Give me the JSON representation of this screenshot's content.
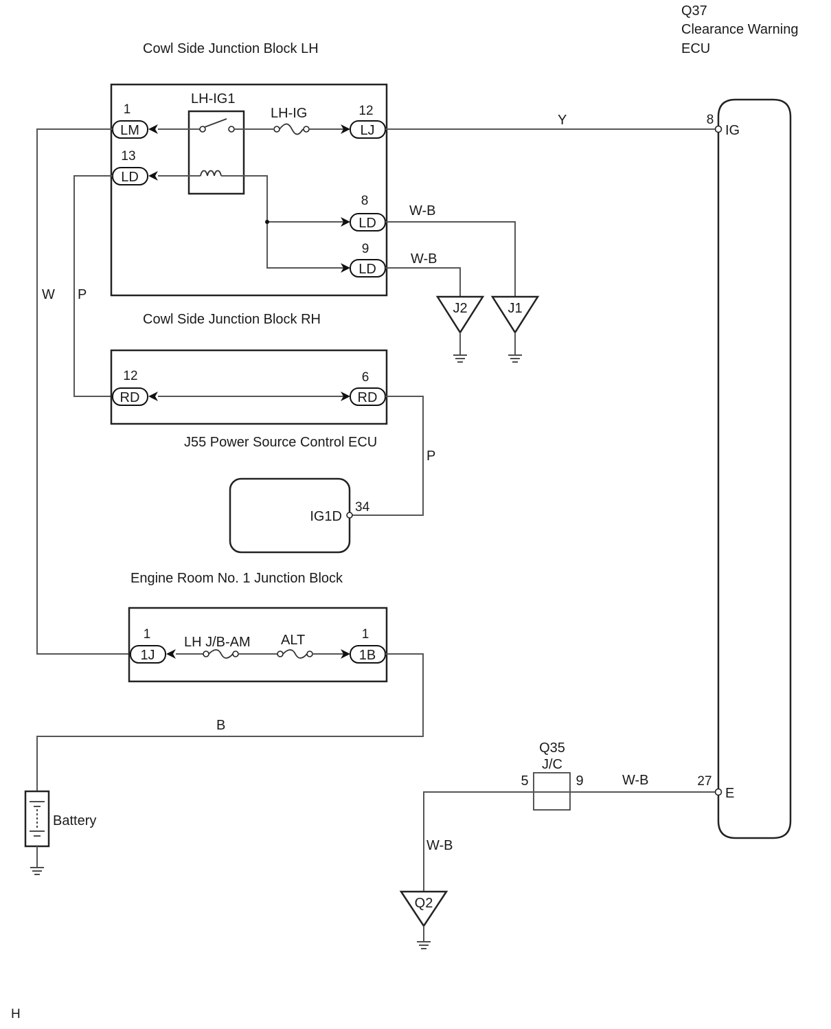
{
  "page_marker": "H",
  "components": {
    "ecu_q37": {
      "id": "Q37",
      "name_line1": "Clearance Warning",
      "name_line2": "ECU",
      "terminals": [
        {
          "pin": "8",
          "name": "IG"
        },
        {
          "pin": "27",
          "name": "E"
        }
      ]
    },
    "cowl_lh": {
      "title": "Cowl Side Junction Block LH",
      "relay": "LH-IG1",
      "fuse": "LH-IG",
      "connectors": [
        {
          "pin": "1",
          "code": "LM"
        },
        {
          "pin": "13",
          "code": "LD"
        },
        {
          "pin": "12",
          "code": "LJ"
        },
        {
          "pin": "8",
          "code": "LD"
        },
        {
          "pin": "9",
          "code": "LD"
        }
      ]
    },
    "cowl_rh": {
      "title": "Cowl Side Junction Block RH",
      "connectors": [
        {
          "pin": "12",
          "code": "RD"
        },
        {
          "pin": "6",
          "code": "RD"
        }
      ]
    },
    "j55": {
      "title": "J55 Power Source Control ECU",
      "terminal_name": "IG1D",
      "terminal_pin": "34"
    },
    "engine_room": {
      "title": "Engine Room No. 1 Junction Block",
      "fuse1": "LH J/B-AM",
      "fuse2": "ALT",
      "connectors": [
        {
          "pin": "1",
          "code": "1J"
        },
        {
          "pin": "1",
          "code": "1B"
        }
      ]
    },
    "battery": {
      "label": "Battery"
    },
    "jc_q35": {
      "id": "Q35",
      "name": "J/C",
      "pin_left": "5",
      "pin_right": "9"
    },
    "grounds": [
      {
        "label": "J2"
      },
      {
        "label": "J1"
      },
      {
        "label": "Q2"
      }
    ]
  },
  "wires": {
    "lj_to_ig": "Y",
    "ld8_to_j1": "W-B",
    "ld9_to_j2": "W-B",
    "lm_to_1j": "W",
    "ld13_to_rd12": "P",
    "rd6_to_ig1d": "P",
    "b1_to_battery": "B",
    "jc9_to_e": "W-B",
    "jc5_to_q2": "W-B"
  }
}
